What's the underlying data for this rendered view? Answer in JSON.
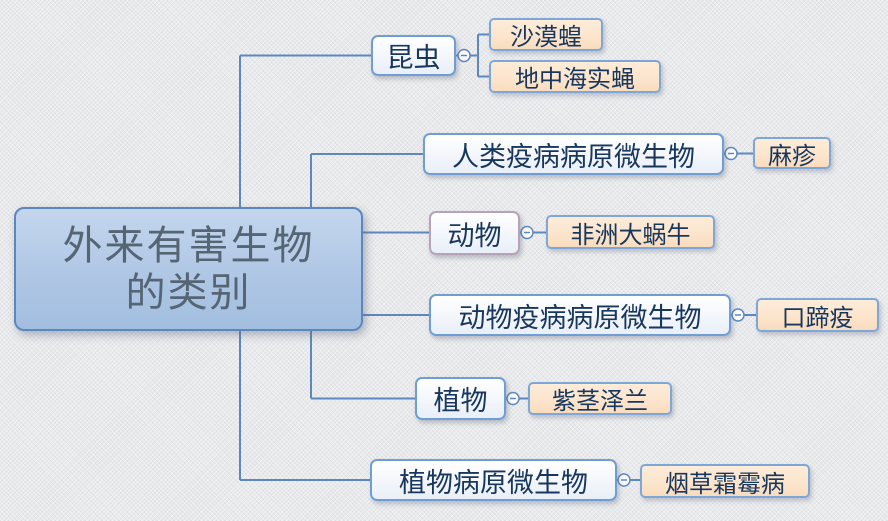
{
  "root": {
    "line1": "外来有害生物",
    "line2": "的类别"
  },
  "branches": [
    {
      "label": "昆虫",
      "children": [
        {
          "label": "沙漠蝗"
        },
        {
          "label": "地中海实蝇"
        }
      ]
    },
    {
      "label": "人类疫病病原微生物",
      "children": [
        {
          "label": "麻疹"
        }
      ]
    },
    {
      "label": "动物",
      "children": [
        {
          "label": "非洲大蜗牛"
        }
      ]
    },
    {
      "label": "动物疫病病原微生物",
      "children": [
        {
          "label": "口蹄疫"
        }
      ]
    },
    {
      "label": "植物",
      "children": [
        {
          "label": "紫茎泽兰"
        }
      ]
    },
    {
      "label": "植物病原微生物",
      "children": [
        {
          "label": "烟草霜霉病"
        }
      ]
    }
  ],
  "icons": {
    "collapse_toggle": "minus-in-circle"
  },
  "colors": {
    "background": "#e9eaec",
    "connector": "#5c88bf",
    "root_fill": "#b1c8e6",
    "root_border": "#5b87be",
    "root_text": "#566573",
    "branch_fill": "#f3f6fb",
    "branch_border": "#6f9ed4",
    "animal_border": "#b7a2b7",
    "leaf_fill": "#fce5cd",
    "leaf_border": "#7da7d9",
    "node_text": "#17375e"
  }
}
